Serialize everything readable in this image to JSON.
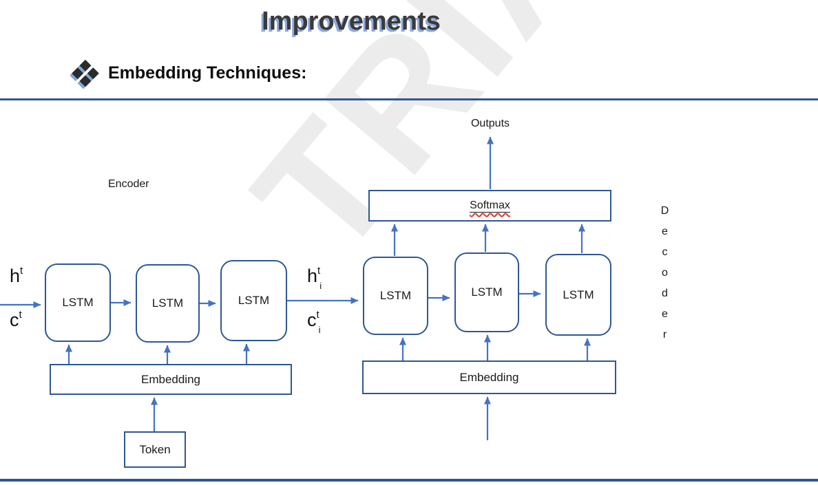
{
  "slide": {
    "title": "Improvements",
    "heading": "Embedding Techniques:",
    "watermark": "TRIAL"
  },
  "diagram": {
    "outputs_label": "Outputs",
    "encoder_label": "Encoder",
    "decoder_label": "Decoder",
    "softmax_label": "Softmax",
    "encoder_lstm": [
      "LSTM",
      "LSTM",
      "LSTM"
    ],
    "decoder_lstm": [
      "LSTM",
      "LSTM",
      "LSTM"
    ],
    "encoder_embedding_label": "Embedding",
    "decoder_embedding_label": "Embedding",
    "token_label": "Token",
    "state_labels": {
      "encoder_h": {
        "base": "h",
        "sup": "t",
        "sub": ""
      },
      "encoder_c": {
        "base": "c",
        "sup": "t",
        "sub": ""
      },
      "decoder_h": {
        "base": "h",
        "sup": "t",
        "sub": "i"
      },
      "decoder_c": {
        "base": "c",
        "sup": "t",
        "sub": "i"
      }
    },
    "colors": {
      "box_border": "#2e5693",
      "arrow_blue": "#4472c4",
      "rule_blue": "#2f5597",
      "title_text": "#3a3a3a",
      "title_shadow": "#8faadc",
      "spellcheck_squiggle": "#d83b2d",
      "watermark_gray": "#ececec"
    }
  }
}
